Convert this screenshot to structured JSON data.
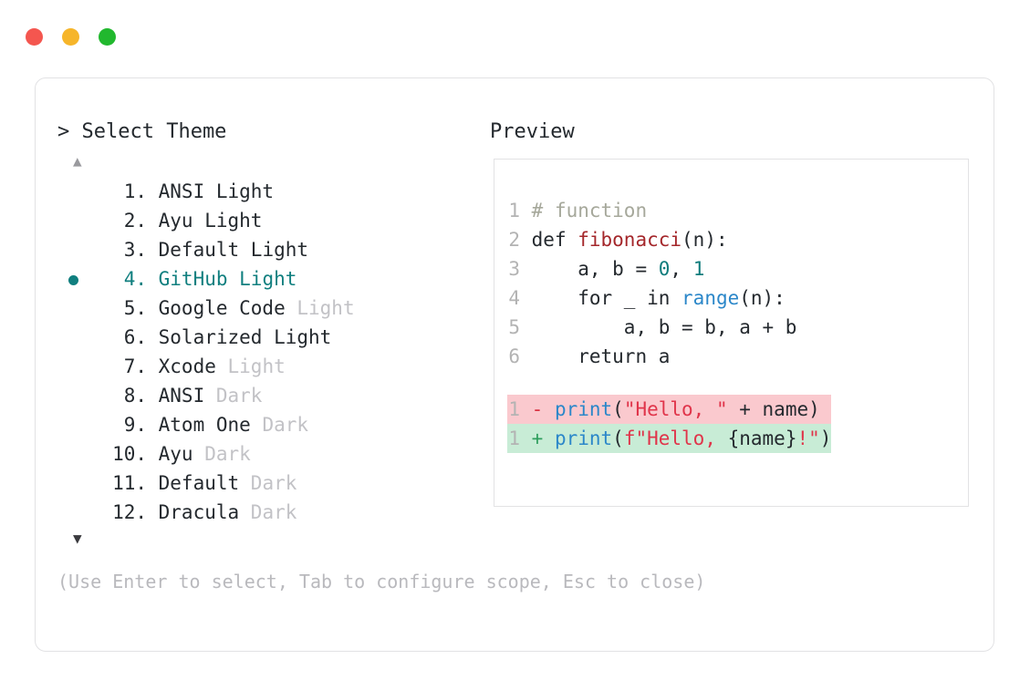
{
  "window": {
    "traffic_lights": [
      {
        "name": "close-button",
        "color": "#f4564f"
      },
      {
        "name": "minimize-button",
        "color": "#f6b52a"
      },
      {
        "name": "maximize-button",
        "color": "#21b82e"
      }
    ]
  },
  "selector": {
    "prompt": "> Select Theme",
    "scroll_up_icon": "▲",
    "scroll_down_icon": "▼",
    "bullet_icon": "●",
    "selected_index": 4,
    "accent_color": "#107f7f",
    "items": [
      {
        "number": "1.",
        "name": "ANSI",
        "suffix": "Light",
        "suffix_dim": false,
        "selected": false
      },
      {
        "number": "2.",
        "name": "Ayu",
        "suffix": "Light",
        "suffix_dim": false,
        "selected": false
      },
      {
        "number": "3.",
        "name": "Default",
        "suffix": "Light",
        "suffix_dim": false,
        "selected": false
      },
      {
        "number": "4.",
        "name": "GitHub",
        "suffix": "Light",
        "suffix_dim": false,
        "selected": true
      },
      {
        "number": "5.",
        "name": "Google Code",
        "suffix": "Light",
        "suffix_dim": true,
        "selected": false
      },
      {
        "number": "6.",
        "name": "Solarized",
        "suffix": "Light",
        "suffix_dim": false,
        "selected": false
      },
      {
        "number": "7.",
        "name": "Xcode",
        "suffix": "Light",
        "suffix_dim": true,
        "selected": false
      },
      {
        "number": "8.",
        "name": "ANSI",
        "suffix": "Dark",
        "suffix_dim": true,
        "selected": false
      },
      {
        "number": "9.",
        "name": "Atom One",
        "suffix": "Dark",
        "suffix_dim": true,
        "selected": false
      },
      {
        "number": "10.",
        "name": "Ayu",
        "suffix": "Dark",
        "suffix_dim": true,
        "selected": false
      },
      {
        "number": "11.",
        "name": "Default",
        "suffix": "Dark",
        "suffix_dim": true,
        "selected": false
      },
      {
        "number": "12.",
        "name": "Dracula",
        "suffix": "Dark",
        "suffix_dim": true,
        "selected": false
      }
    ],
    "hint": "(Use Enter to select, Tab to configure scope, Esc to close)"
  },
  "preview": {
    "label": "Preview",
    "lines": [
      {
        "ln": "1",
        "tokens": [
          {
            "t": "# function",
            "c": "tok-com"
          }
        ]
      },
      {
        "ln": "2",
        "tokens": [
          {
            "t": "def ",
            "c": "tok-kw"
          },
          {
            "t": "fibonacci",
            "c": "tok-fn"
          },
          {
            "t": "(n):",
            "c": "tok-plain"
          }
        ]
      },
      {
        "ln": "3",
        "tokens": [
          {
            "t": "    a, b = ",
            "c": "tok-plain"
          },
          {
            "t": "0",
            "c": "tok-num"
          },
          {
            "t": ", ",
            "c": "tok-plain"
          },
          {
            "t": "1",
            "c": "tok-num"
          }
        ]
      },
      {
        "ln": "4",
        "tokens": [
          {
            "t": "    for _ in ",
            "c": "tok-plain"
          },
          {
            "t": "range",
            "c": "tok-bi"
          },
          {
            "t": "(n):",
            "c": "tok-plain"
          }
        ]
      },
      {
        "ln": "5",
        "tokens": [
          {
            "t": "        a, b = b, a + b",
            "c": "tok-plain"
          }
        ]
      },
      {
        "ln": "6",
        "tokens": [
          {
            "t": "    return a",
            "c": "tok-plain"
          }
        ]
      }
    ],
    "diff": [
      {
        "ln": "1",
        "kind": "diff-del",
        "sign": "-",
        "sign_class": "tok-sign-del",
        "tokens": [
          {
            "t": "print",
            "c": "tok-bi"
          },
          {
            "t": "(",
            "c": "tok-plain"
          },
          {
            "t": "\"Hello, \"",
            "c": "tok-str"
          },
          {
            "t": " + name)",
            "c": "tok-plain"
          }
        ]
      },
      {
        "ln": "1",
        "kind": "diff-add",
        "sign": "+",
        "sign_class": "tok-sign-add",
        "tokens": [
          {
            "t": "print",
            "c": "tok-bi"
          },
          {
            "t": "(",
            "c": "tok-plain"
          },
          {
            "t": "f\"Hello, ",
            "c": "tok-str"
          },
          {
            "t": "{name}",
            "c": "tok-plain"
          },
          {
            "t": "!\"",
            "c": "tok-str"
          },
          {
            "t": ")",
            "c": "tok-plain"
          }
        ]
      }
    ]
  }
}
